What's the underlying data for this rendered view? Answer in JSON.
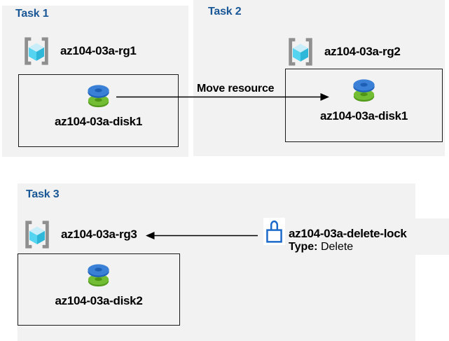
{
  "colors": {
    "panel_bg": "#f2f2f2",
    "task_title_blue": "#1a5796",
    "arrow_black": "#000000",
    "lock_blue": "#1b6ac9",
    "disk_blue": "#3a80d6",
    "disk_blue_dark": "#1d5fb4",
    "disk_green": "#72bd33",
    "disk_green_dark": "#549a1d",
    "rg_bracket_gray": "#8f8f8f",
    "rg_cube_top": "#c9eef9",
    "rg_cube_left": "#54d4f0",
    "rg_cube_right": "#2fb7d9"
  },
  "tasks": [
    {
      "title": "Task 1",
      "resource_group": {
        "name": "az104-03a-rg1",
        "icon": "resource-group-icon"
      },
      "resource": {
        "name": "az104-03a-disk1",
        "icon": "managed-disk-icon"
      }
    },
    {
      "title": "Task 2",
      "resource_group": {
        "name": "az104-03a-rg2",
        "icon": "resource-group-icon"
      },
      "resource": {
        "name": "az104-03a-disk1",
        "icon": "managed-disk-icon"
      }
    },
    {
      "title": "Task 3",
      "resource_group": {
        "name": "az104-03a-rg3",
        "icon": "resource-group-icon"
      },
      "resource": {
        "name": "az104-03a-disk2",
        "icon": "managed-disk-icon"
      }
    }
  ],
  "arrows": [
    {
      "label": "Move resource",
      "direction": "right"
    },
    {
      "label": "",
      "direction": "left"
    }
  ],
  "lock": {
    "name": "az104-03a-delete-lock",
    "type_label": "Type:",
    "type_value": "Delete",
    "icon": "lock-icon"
  }
}
